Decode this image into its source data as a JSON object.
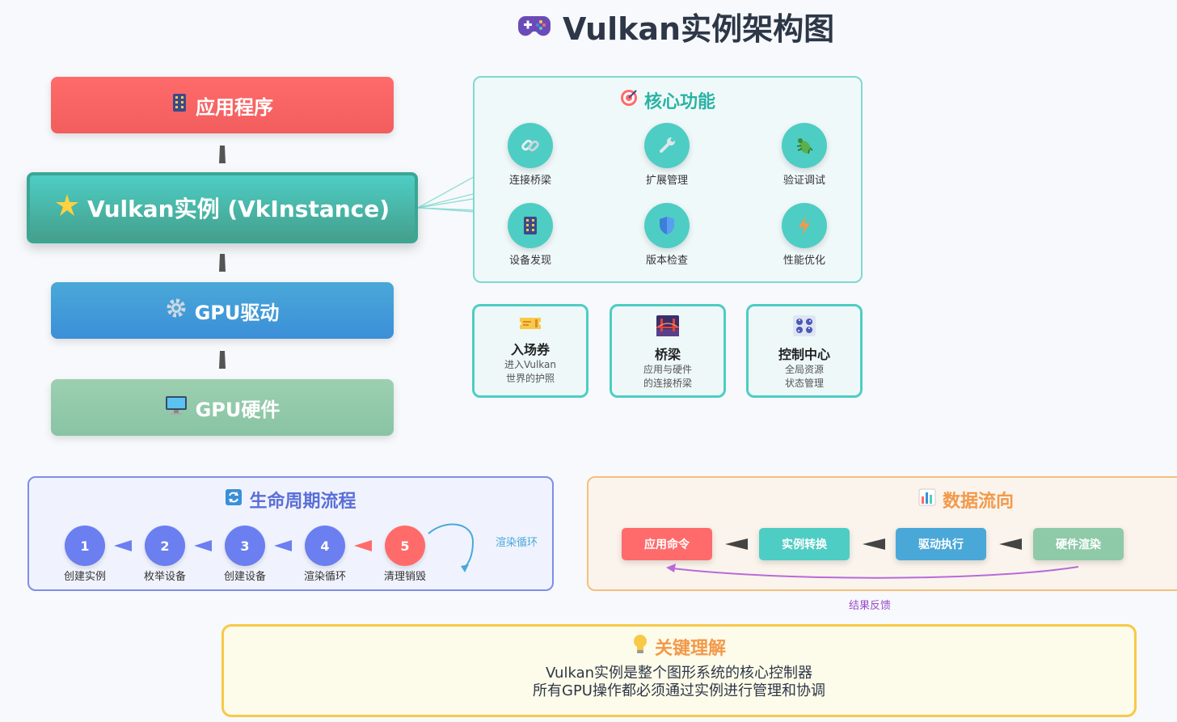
{
  "title": "Vulkan实例架构图",
  "stack": {
    "app": "应用程序",
    "vulkan": "Vulkan实例 (VkInstance)",
    "driver": "GPU驱动",
    "hardware": "GPU硬件"
  },
  "core": {
    "title": "核心功能",
    "items": [
      {
        "label": "连接桥梁",
        "icon": "link-icon"
      },
      {
        "label": "扩展管理",
        "icon": "wrench-icon"
      },
      {
        "label": "验证调试",
        "icon": "bug-icon"
      },
      {
        "label": "设备发现",
        "icon": "device-icon"
      },
      {
        "label": "版本检查",
        "icon": "shield-icon"
      },
      {
        "label": "性能优化",
        "icon": "lightning-icon"
      }
    ]
  },
  "cards": [
    {
      "title": "入场券",
      "line1": "进入Vulkan",
      "line2": "世界的护照",
      "icon": "ticket-icon"
    },
    {
      "title": "桥梁",
      "line1": "应用与硬件",
      "line2": "的连接桥梁",
      "icon": "bridge-icon"
    },
    {
      "title": "控制中心",
      "line1": "全局资源",
      "line2": "状态管理",
      "icon": "control-knobs-icon"
    }
  ],
  "lifecycle": {
    "title": "生命周期流程",
    "steps": [
      {
        "num": "1",
        "label": "创建实例"
      },
      {
        "num": "2",
        "label": "枚举设备"
      },
      {
        "num": "3",
        "label": "创建设备"
      },
      {
        "num": "4",
        "label": "渲染循环"
      },
      {
        "num": "5",
        "label": "清理销毁"
      }
    ],
    "loop_label": "渲染循环"
  },
  "dataflow": {
    "title": "数据流向",
    "boxes": [
      "应用命令",
      "实例转换",
      "驱动执行",
      "硬件渲染"
    ],
    "feedback": "结果反馈"
  },
  "key": {
    "title": "关键理解",
    "line1": "Vulkan实例是整个图形系统的核心控制器",
    "line2": "所有GPU操作都必须通过实例进行管理和协调"
  },
  "colors": {
    "red": "#ff6b6b",
    "teal": "#4ecdc4",
    "blue": "#3b8fd8",
    "green": "#88c4a4",
    "purple": "#6b7ff0",
    "orange": "#f2994a",
    "yellow": "#f7c948"
  }
}
